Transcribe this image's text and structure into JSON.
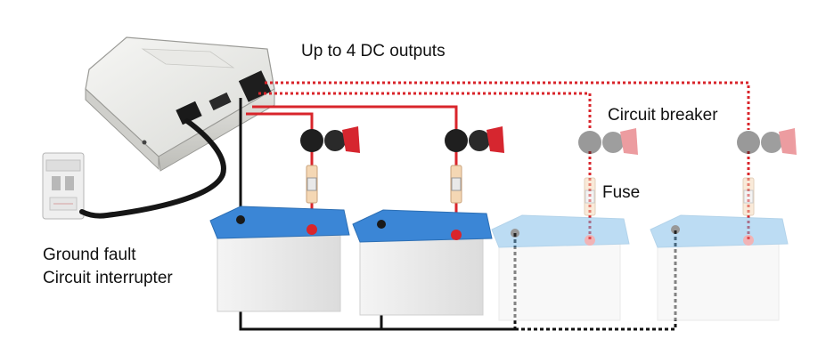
{
  "labels": {
    "outputs": "Up to 4 DC outputs",
    "circuit_breaker": "Circuit breaker",
    "fuse": "Fuse",
    "gfci_line1": "Ground fault",
    "gfci_line2": "Circuit interrupter"
  },
  "colors": {
    "positive_wire": "#d9252b",
    "negative_wire": "#111111",
    "active_battery_lid": "#3b86d6",
    "inactive_battery_lid": "#a9d2ee",
    "battery_body": "#ececec",
    "breaker_handle": "#d6262f"
  },
  "batteries": [
    {
      "state": "active"
    },
    {
      "state": "active"
    },
    {
      "state": "optional"
    },
    {
      "state": "optional"
    }
  ]
}
